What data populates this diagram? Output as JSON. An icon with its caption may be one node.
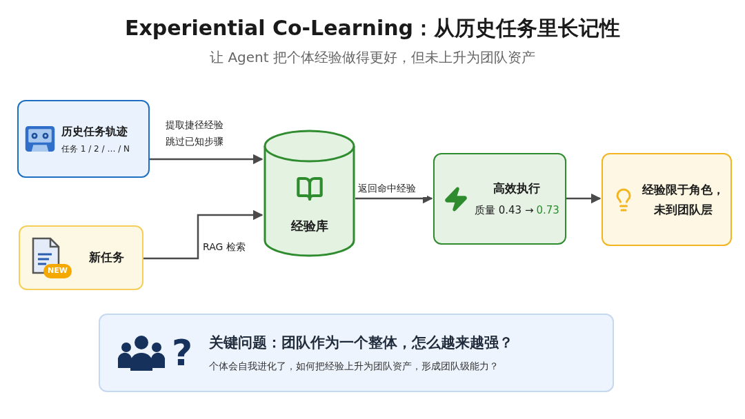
{
  "diagram": {
    "title": "Experiential Co-Learning：从历史任务里长记性",
    "nodes": [
      {
        "text": [
          "历史任务轨迹",
          "任务 1 / 2 / … / N"
        ]
      },
      {
        "text": [
          "新任务"
        ]
      },
      {
        "text": [
          "经验库"
        ]
      },
      {
        "text": [
          "高效执行",
          "质量 0.43 →",
          "0.73"
        ]
      },
      {
        "text": [
          "经验限于角色，未到团队层"
        ]
      },
      {
        "text": [
          "关键问题：团队作为一个整体，怎么越来越强？",
          "个体会自我进化了，如何把经验上升为团队资产，形成团队级能力？"
        ]
      }
    ],
    "edges": [
      {
        "from": 0,
        "to": 2,
        "arrow": "to",
        "label": "提取捷径经验跳过已知步骤"
      },
      {
        "from": 1,
        "to": 2,
        "arrow": "to",
        "label": "RAG 检索"
      },
      {
        "from": 2,
        "to": 3,
        "arrow": "to",
        "label": "返回命中经验"
      },
      {
        "from": 3,
        "to": 4,
        "arrow": "to"
      }
    ],
    "labels": [
      "让 Agent 把个体经验做得更好，但未上升为团队资产",
      "NEW",
      "?"
    ]
  }
}
